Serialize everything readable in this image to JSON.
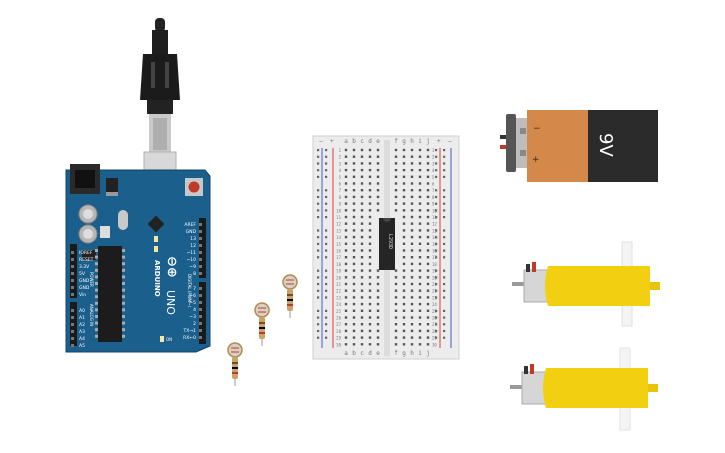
{
  "arduino": {
    "brand": "ARDUINO",
    "model": "UNO",
    "icon_symbol": "⊖⊕",
    "on_label": "ON",
    "power_header": "POWER",
    "analog_header": "ANALOG IN",
    "digital_header": "DIGITAL (PWM~)",
    "power_pins": [
      "IOREF",
      "RESET",
      "3.3V",
      "5V",
      "GND",
      "GND",
      "Vin"
    ],
    "analog_pins": [
      "A0",
      "A1",
      "A2",
      "A3",
      "A4",
      "A5"
    ],
    "digital_top": [
      "AREF",
      "GND",
      "13",
      "12",
      "~11",
      "~10",
      "~9",
      "8"
    ],
    "digital_bottom": [
      "7",
      "~6",
      "~5",
      "4",
      "~3",
      "2",
      "TX→1",
      "RX←0"
    ]
  },
  "breadboard": {
    "cols_left": [
      "a",
      "b",
      "c",
      "d",
      "e"
    ],
    "cols_right": [
      "f",
      "g",
      "h",
      "i",
      "j"
    ],
    "rail_plus": "+",
    "rail_minus": "−",
    "row_count": 30,
    "chip_label": "L293D"
  },
  "battery": {
    "label": "9V",
    "minus": "−",
    "plus": "+"
  },
  "colors": {
    "board": "#1b5f8c",
    "battery_copper": "#d4894a",
    "battery_body": "#2b2b2b",
    "motor_yellow": "#f2cf10",
    "rail_red": "#e03a3a",
    "rail_blue": "#3a5fc0"
  }
}
